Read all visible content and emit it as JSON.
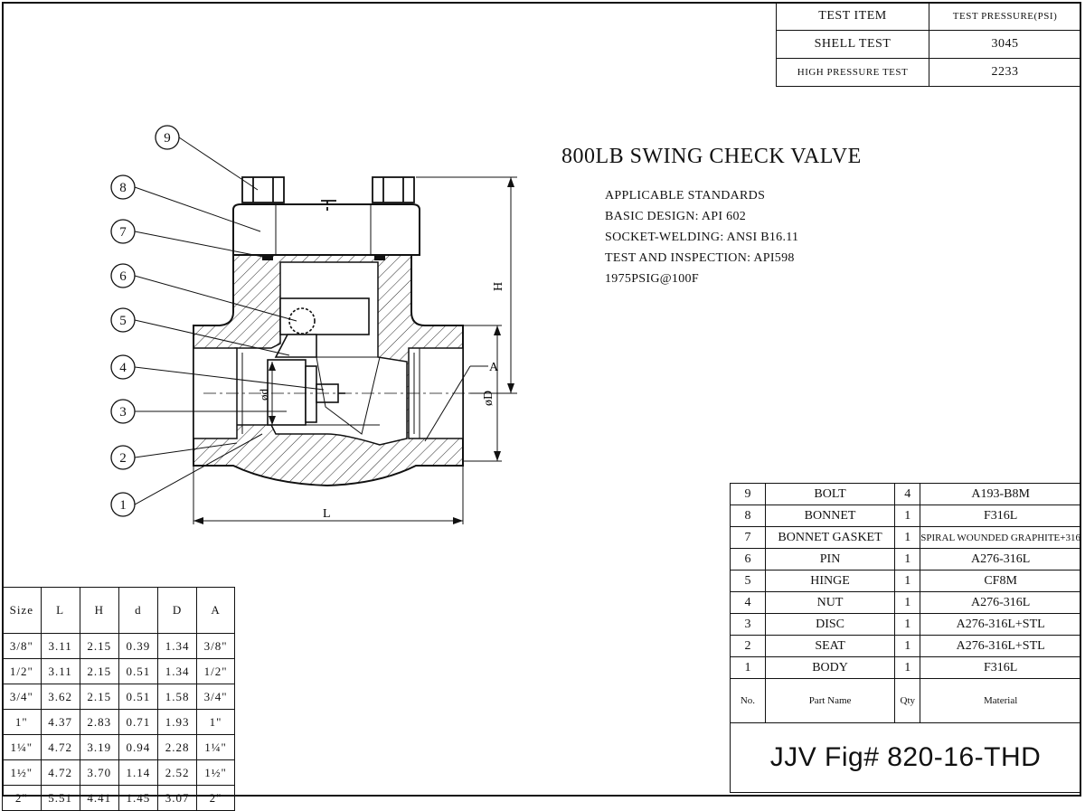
{
  "test_table": {
    "header": [
      "TEST ITEM",
      "TEST PRESSURE(PSI)"
    ],
    "rows": [
      [
        "SHELL TEST",
        "3045"
      ],
      [
        "HIGH PRESSURE TEST",
        "2233"
      ]
    ]
  },
  "title": "800LB SWING CHECK VALVE",
  "standards": [
    "APPLICABLE STANDARDS",
    "BASIC DESIGN: API 602",
    "SOCKET-WELDING: ANSI B16.11",
    "TEST AND INSPECTION: API598",
    "1975PSIG@100F"
  ],
  "balloons": [
    "9",
    "8",
    "7",
    "6",
    "5",
    "4",
    "3",
    "2",
    "1"
  ],
  "dimension_labels": {
    "H": "H",
    "A": "A",
    "D": "øD",
    "d": "ød",
    "L": "L"
  },
  "size_table": {
    "header": [
      "Size",
      "L",
      "H",
      "d",
      "D",
      "A"
    ],
    "rows": [
      [
        "3/8\"",
        "3.11",
        "2.15",
        "0.39",
        "1.34",
        "3/8\""
      ],
      [
        "1/2\"",
        "3.11",
        "2.15",
        "0.51",
        "1.34",
        "1/2\""
      ],
      [
        "3/4\"",
        "3.62",
        "2.15",
        "0.51",
        "1.58",
        "3/4\""
      ],
      [
        "1\"",
        "4.37",
        "2.83",
        "0.71",
        "1.93",
        "1\""
      ],
      [
        "1¼\"",
        "4.72",
        "3.19",
        "0.94",
        "2.28",
        "1¼\""
      ],
      [
        "1½\"",
        "4.72",
        "3.70",
        "1.14",
        "2.52",
        "1½\""
      ],
      [
        "2\"",
        "5.51",
        "4.41",
        "1.45",
        "3.07",
        "2\""
      ]
    ]
  },
  "parts_table": {
    "rows": [
      [
        "9",
        "BOLT",
        "4",
        "A193-B8M"
      ],
      [
        "8",
        "BONNET",
        "1",
        "F316L"
      ],
      [
        "7",
        "BONNET GASKET",
        "1",
        "SPIRAL WOUNDED GRAPHITE+316"
      ],
      [
        "6",
        "PIN",
        "1",
        "A276-316L"
      ],
      [
        "5",
        "HINGE",
        "1",
        "CF8M"
      ],
      [
        "4",
        "NUT",
        "1",
        "A276-316L"
      ],
      [
        "3",
        "DISC",
        "1",
        "A276-316L+STL"
      ],
      [
        "2",
        "SEAT",
        "1",
        "A276-316L+STL"
      ],
      [
        "1",
        "BODY",
        "1",
        "F316L"
      ]
    ],
    "labels": [
      "No.",
      "Part Name",
      "Qty",
      "Material"
    ],
    "figure": "JJV Fig# 820-16-THD"
  }
}
